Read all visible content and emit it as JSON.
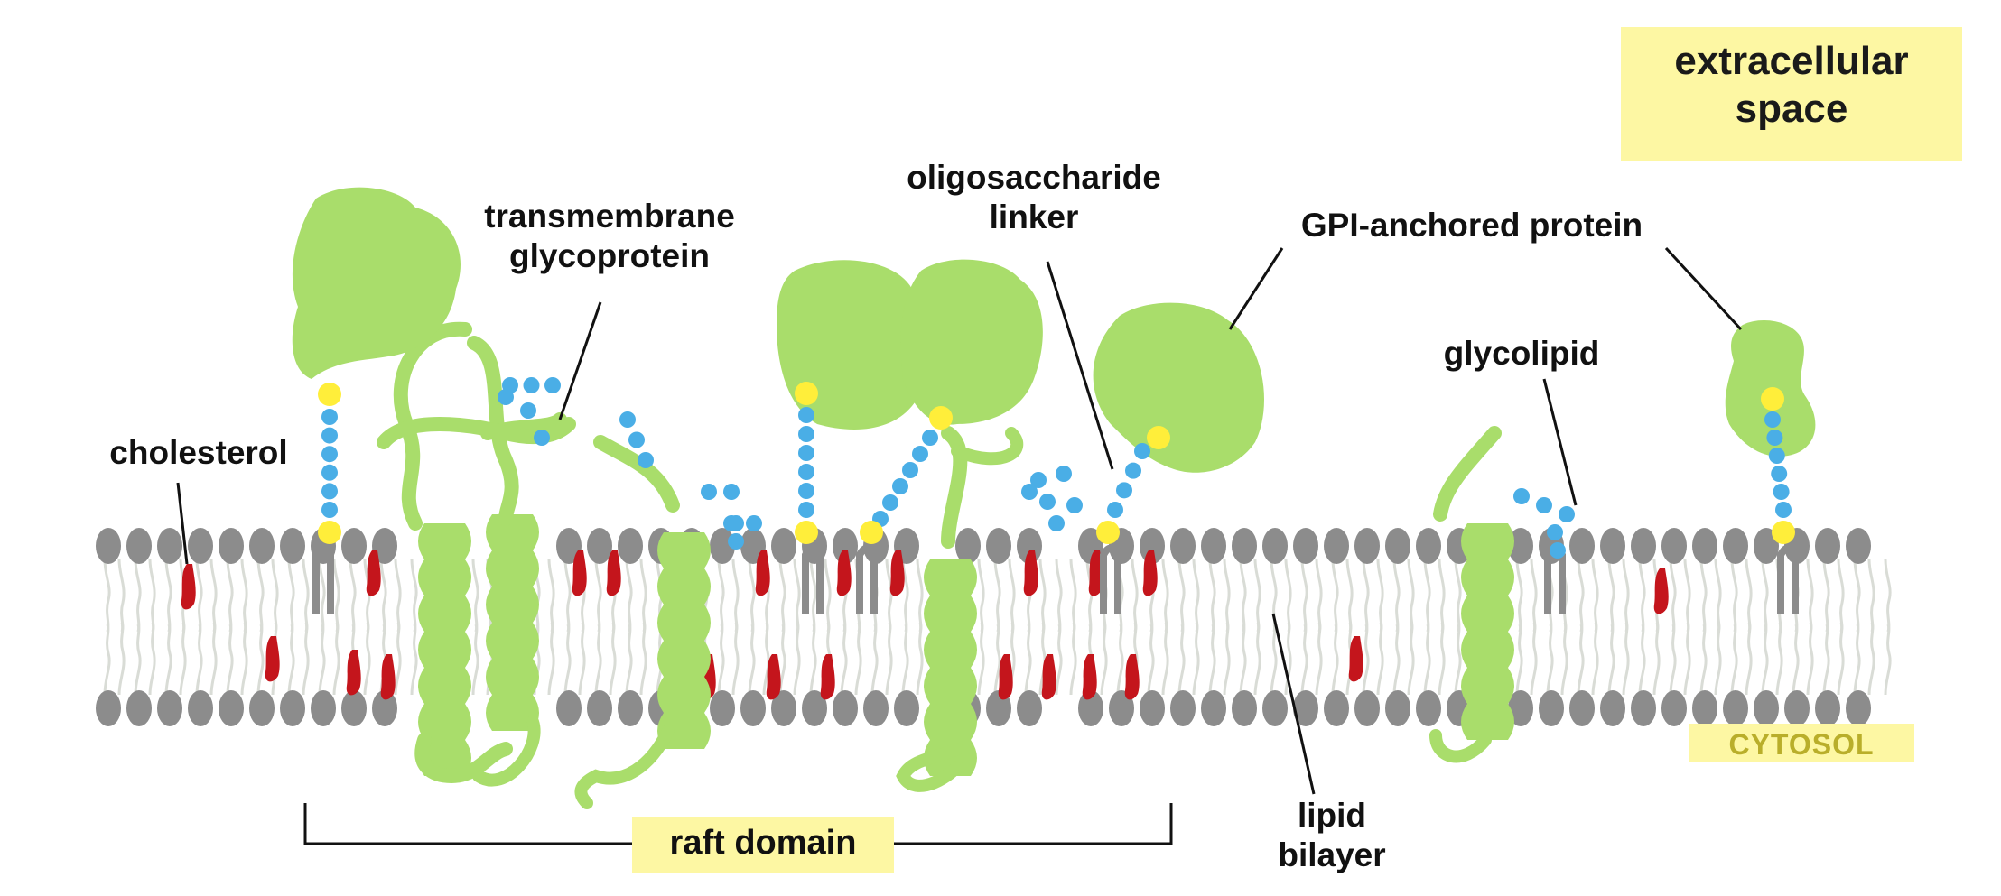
{
  "labels": {
    "extracellular_line1": "extracellular",
    "extracellular_line2": "space",
    "transmembrane_line1": "transmembrane",
    "transmembrane_line2": "glycoprotein",
    "oligo_line1": "oligosaccharide",
    "oligo_line2": "linker",
    "gpi": "GPI-anchored protein",
    "glycolipid": "glycolipid",
    "cholesterol": "cholesterol",
    "raft": "raft domain",
    "lipid_line1": "lipid",
    "lipid_line2": "bilayer",
    "cytosol": "CYTOSOL"
  },
  "colors": {
    "protein": "#a9dd6b",
    "lipid_head": "#8c8c8c",
    "lipid_tail": "#e6e8e4",
    "cholesterol": "#c4151c",
    "sugar": "#4aaee6",
    "sugar_base": "#ffee3a",
    "label_highlight": "#fdf7a3",
    "cytosol_text": "#b9ae2a"
  }
}
